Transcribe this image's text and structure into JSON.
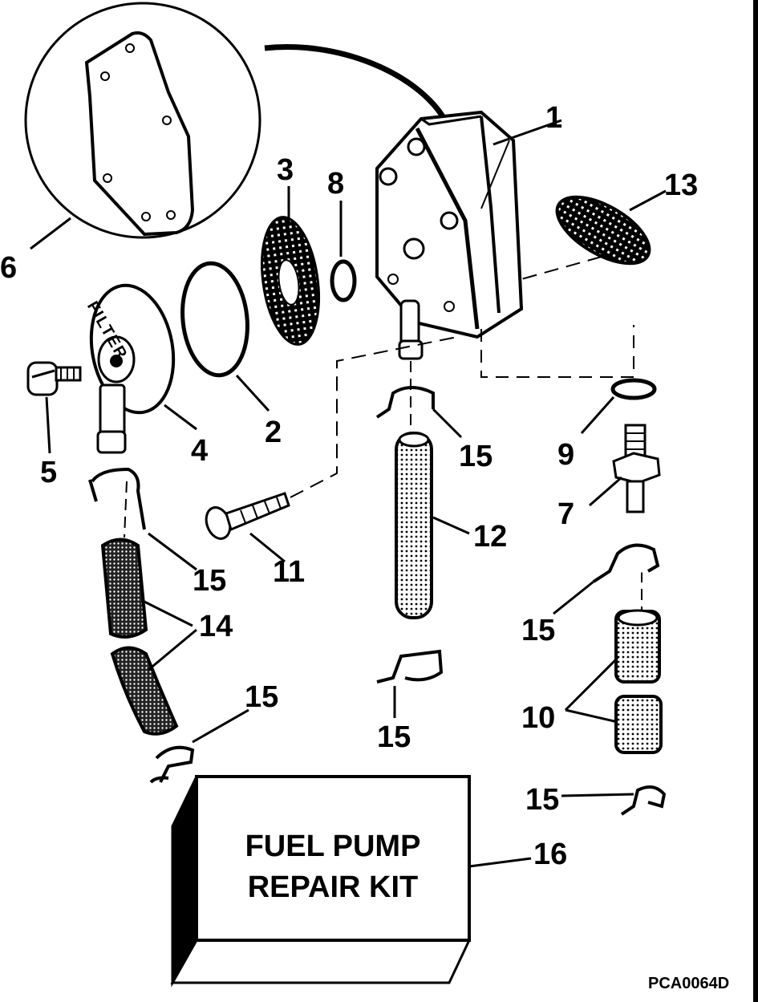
{
  "diagram": {
    "callouts": {
      "c1": "1",
      "c2": "2",
      "c3": "3",
      "c4": "4",
      "c5": "5",
      "c6": "6",
      "c7": "7",
      "c8": "8",
      "c9": "9",
      "c10": "10",
      "c11": "11",
      "c12": "12",
      "c13": "13",
      "c14": "14",
      "c15a": "15",
      "c15b": "15",
      "c15c": "15",
      "c15d": "15",
      "c15e": "15",
      "c15f": "15",
      "c16": "16"
    },
    "filter_text": "FILTER",
    "kit_line1": "FUEL PUMP",
    "kit_line2": "REPAIR KIT",
    "code": "PCA0064D"
  }
}
